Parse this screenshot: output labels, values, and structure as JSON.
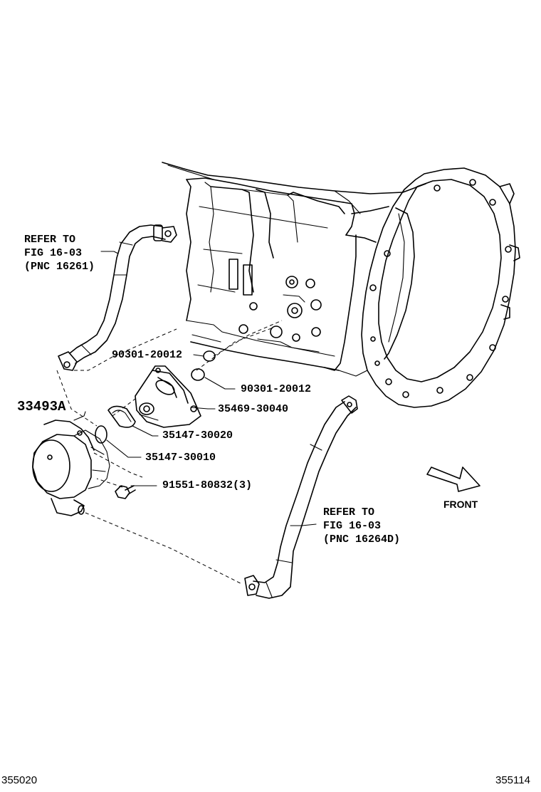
{
  "callouts": {
    "refer_upper": {
      "line1": "REFER TO",
      "line2": "FIG 16-03",
      "line3": "(PNC 16261)"
    },
    "refer_lower": {
      "line1": "REFER TO",
      "line2": "FIG 16-03",
      "line3": "(PNC 16264D)"
    },
    "part_90301_top": "90301-20012",
    "part_90301_bottom": "90301-20012",
    "part_35469": "35469-30040",
    "part_35147_a": "35147-30020",
    "part_35147_b": "35147-30010",
    "part_91551": "91551-80832(3)",
    "part_33493": "33493A"
  },
  "direction": {
    "label": "FRONT"
  },
  "footer": {
    "left_code": "355020",
    "right_code": "355114"
  }
}
